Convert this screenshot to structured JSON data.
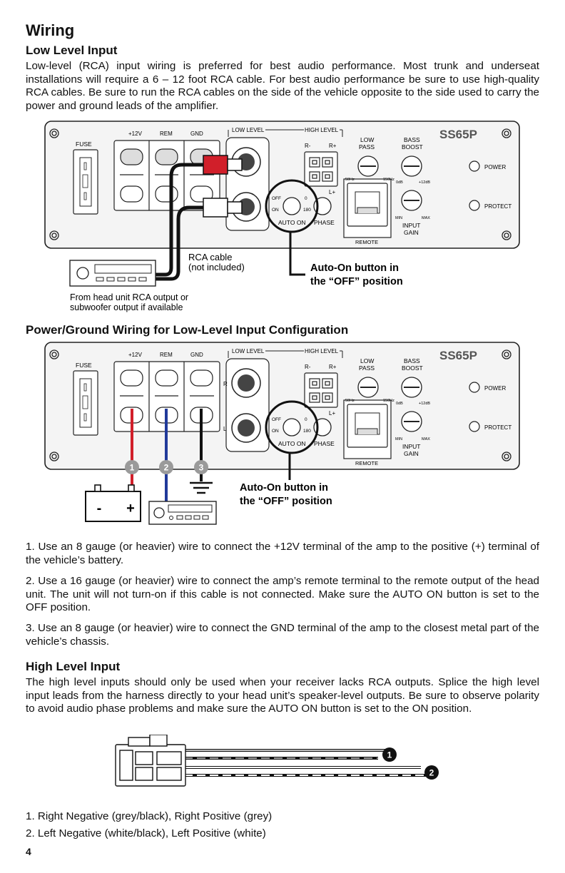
{
  "heading": "Wiring",
  "low_level": {
    "title": "Low Level Input",
    "paragraph": "Low-level (RCA) input wiring is preferred for best audio performance. Most trunk and underseat installations will require a 6 – 12 foot RCA cable.  For best audio performance be sure to use high-quality RCA cables. Be sure to run the RCA cables on the side of the vehicle opposite to the side used to carry the power and ground leads of the amplifier."
  },
  "amp_panel": {
    "model": "SS65P",
    "fuse": "FUSE",
    "terminals": [
      "+12V",
      "REM",
      "GND"
    ],
    "low_level": "LOW LEVEL",
    "high_level": "HIGH LEVEL",
    "r_minus": "R-",
    "r_plus": "R+",
    "l_plus": "L+",
    "low_pass": [
      "LOW",
      "PASS"
    ],
    "bass_boost": [
      "BASS",
      "BOOST"
    ],
    "freq_min": "50Hz",
    "freq_max": "150Hz",
    "boost_min": "0dB",
    "boost_max": "+12dB",
    "gain_min": "MIN",
    "gain_max": "MAX",
    "input_gain": [
      "INPUT",
      "GAIN"
    ],
    "remote": "REMOTE",
    "power": "POWER",
    "protect": "PROTECT",
    "off": "OFF",
    "on": "ON",
    "zero": "0",
    "one_eighty": "180",
    "auto_on": "AUTO ON",
    "phase": "PHASE",
    "r": "R",
    "l": "L"
  },
  "diagram1": {
    "rca_label": [
      "RCA cable",
      "(not included)"
    ],
    "callout": [
      "Auto-On button in",
      "the “OFF” position"
    ],
    "source": [
      "From head unit RCA output or",
      "subwoofer output if available"
    ]
  },
  "power_ground": {
    "title": "Power/Ground Wiring for Low-Level Input Configuration",
    "callout": [
      "Auto-On button in",
      "the “OFF” position"
    ],
    "markers": [
      "1",
      "2",
      "3"
    ],
    "battery_minus": "-",
    "battery_plus": "+"
  },
  "steps": [
    "1. Use an 8 gauge (or heavier) wire to connect the +12V terminal of the amp to the positive (+) terminal of the vehicle’s battery.",
    "2. Use a 16 gauge (or heavier) wire to connect the amp’s remote terminal to the remote output of the head unit. The unit will not turn-on if this cable is not connected. Make sure the AUTO ON button is set to the OFF position.",
    "3. Use an 8 gauge (or heavier) wire to connect the GND terminal of the amp to the closest metal part of the vehicle’s chassis."
  ],
  "high_level": {
    "title": "High Level Input",
    "paragraph": "The high level inputs should only be used when your receiver lacks RCA outputs. Splice the high level input leads from the harness directly to your head unit’s speaker-level outputs. Be sure to observe polarity to avoid audio phase problems and make sure the AUTO ON button is set to the ON position.",
    "markers": [
      "1",
      "2"
    ],
    "list": [
      "1. Right Negative (grey/black), Right Positive (grey)",
      "2. Left Negative (white/black), Left Positive (white)"
    ]
  },
  "page_number": "4",
  "colors": {
    "red_wire": "#d11f2a",
    "blue_wire": "#213a9a",
    "black": "#111111",
    "panel_fill": "#f4f4f4",
    "marker": "#9a9a9a"
  }
}
